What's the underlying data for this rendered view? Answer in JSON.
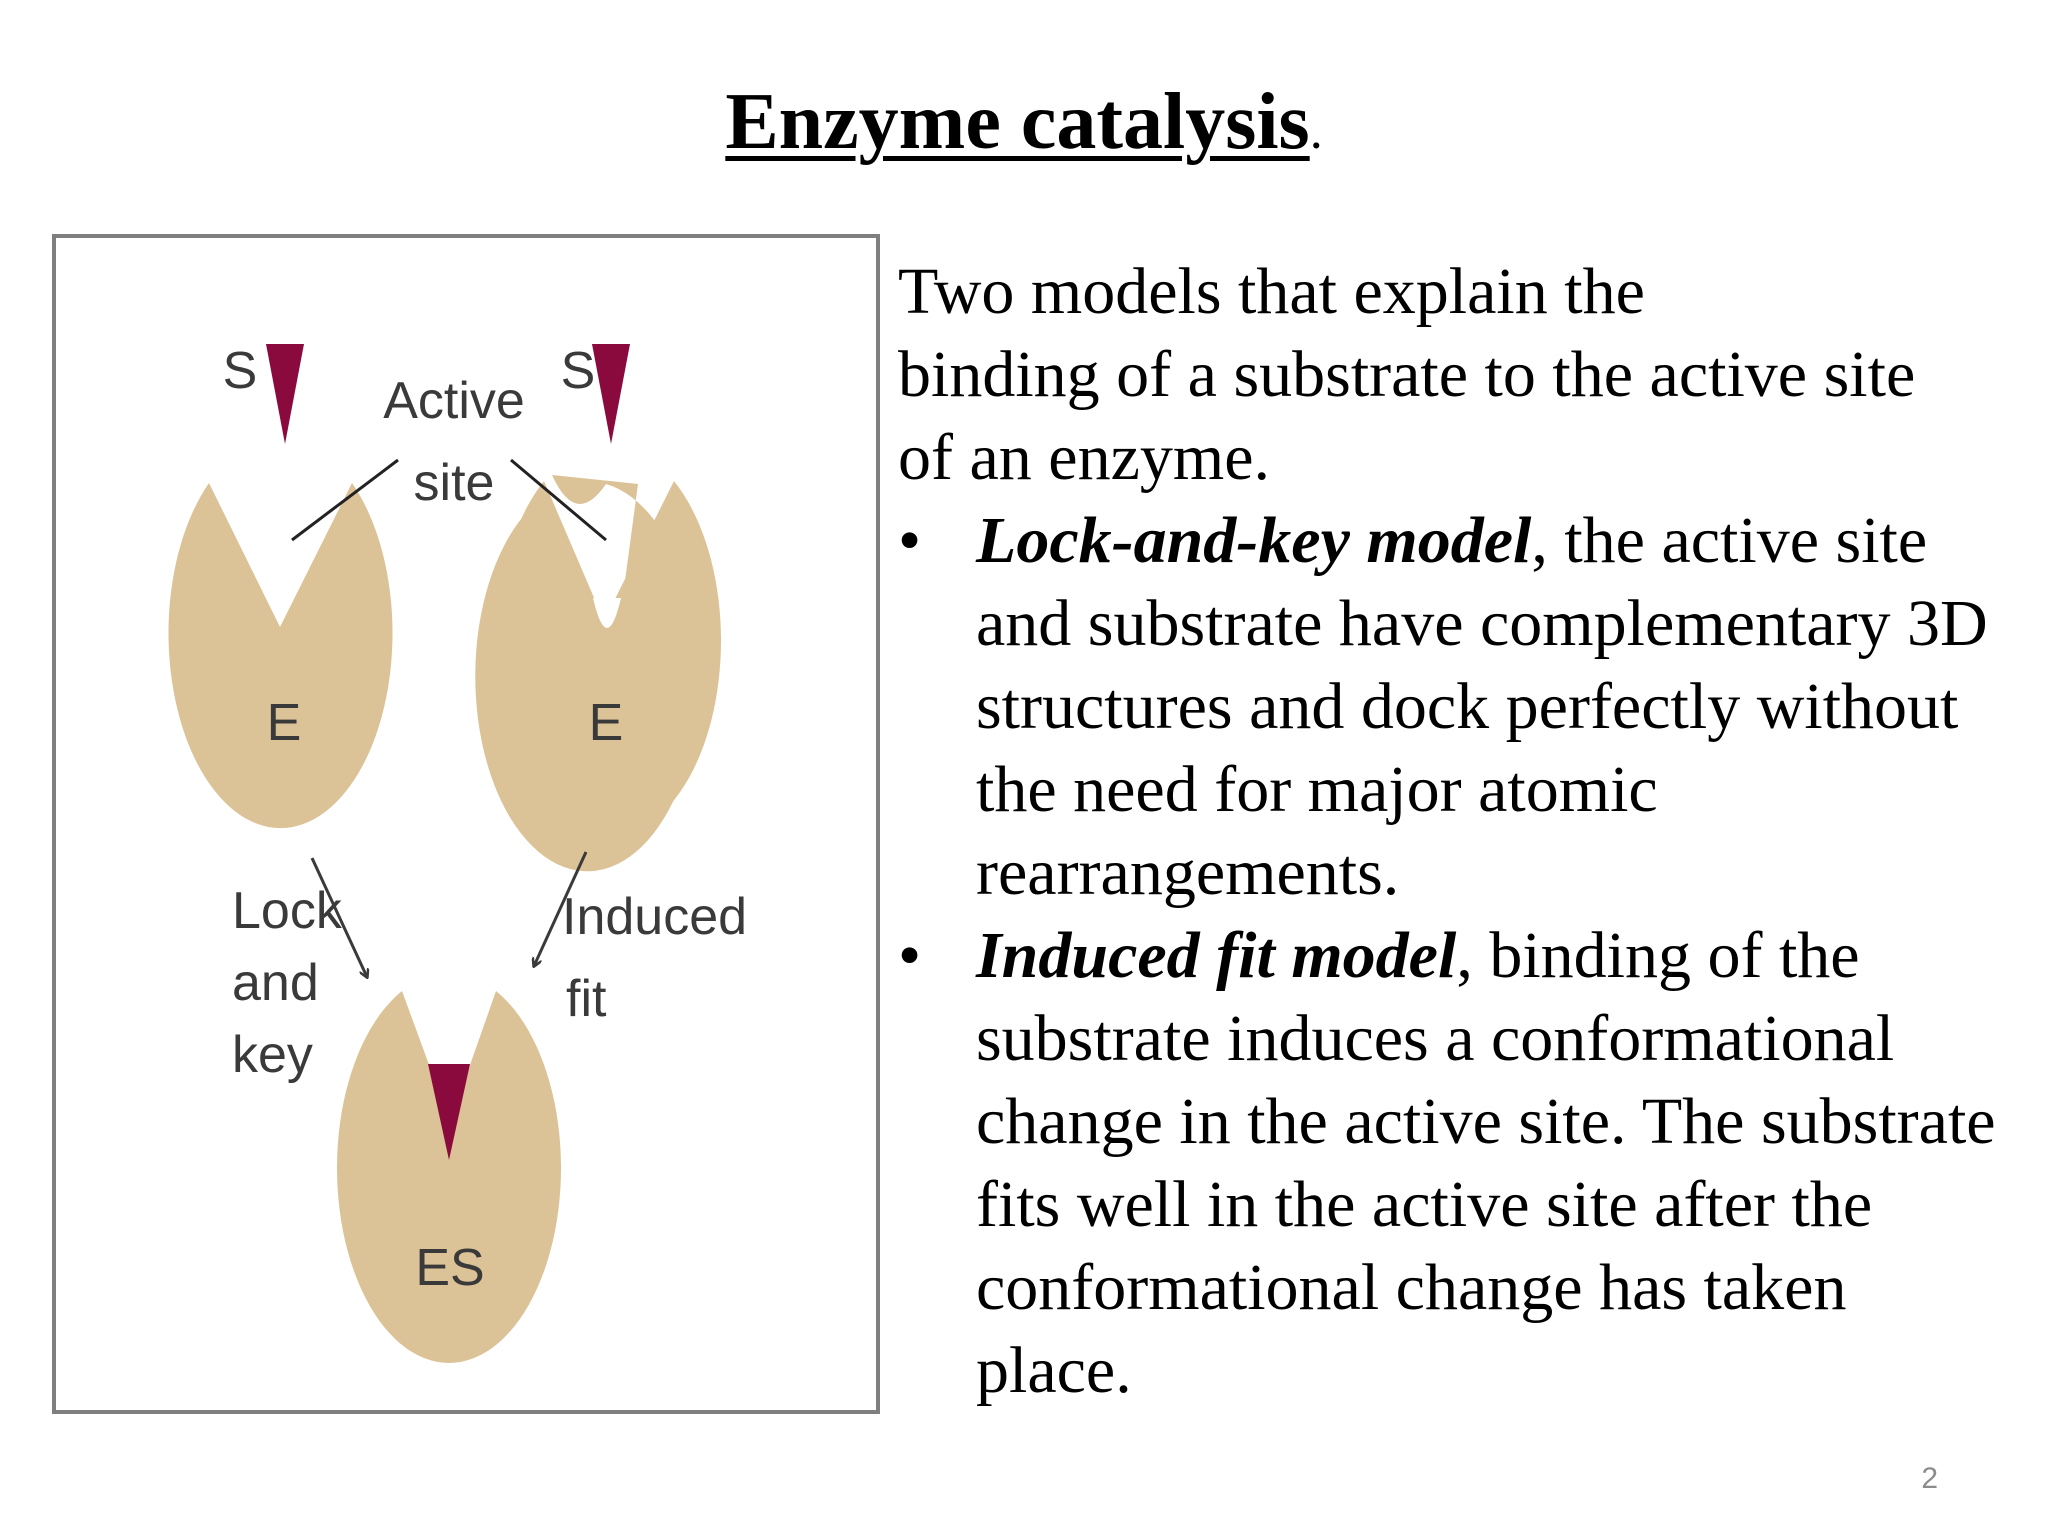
{
  "slide": {
    "title": "Enzyme catalysis",
    "title_suffix": ".",
    "page_number": "2"
  },
  "figure": {
    "labels": {
      "substrate_left": "S",
      "substrate_right": "S",
      "active_site_line1": "Active",
      "active_site_line2": "site",
      "enzyme_left": "E",
      "enzyme_right": "E",
      "lock_line1": "Lock",
      "lock_line2": "and",
      "lock_line3": "key",
      "induced_line1": "Induced",
      "induced_line2": "fit",
      "complex": "ES"
    },
    "colors": {
      "enzyme": "#dcc297",
      "substrate": "#8b0a3d",
      "label": "#3a3a3a"
    }
  },
  "content": {
    "intro_lines": [
      "Two models that explain the",
      "binding of a substrate to the active site",
      "of an enzyme."
    ],
    "bullet_marker": "•",
    "bullets": [
      {
        "term": "Lock-and-key model",
        "text": ", the active site and substrate have complementary 3D structures and dock perfectly without the need for major atomic rearrangements."
      },
      {
        "term": "Induced fit model",
        "text": ", binding of the substrate induces a conformational change in the active site. The substrate fits well in the active site after the conformational change has taken place."
      }
    ]
  }
}
